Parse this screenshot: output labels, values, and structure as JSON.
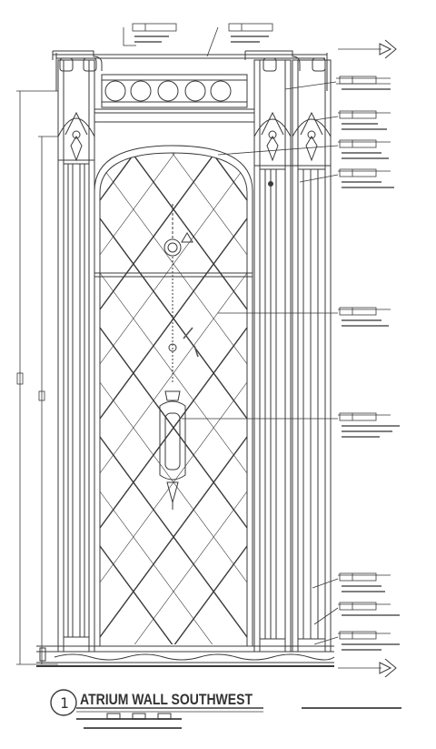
{
  "drawing": {
    "title": "ATRIUM WALL SOUTHWEST",
    "detail_number": "1",
    "line_color": "#3a3a3a",
    "background": "#ffffff"
  },
  "symbols": {
    "north_arrow": "north-arrow-icon",
    "detail_bubble": "detail-number-circle",
    "revision_triangle": "revision-triangle-icon"
  }
}
